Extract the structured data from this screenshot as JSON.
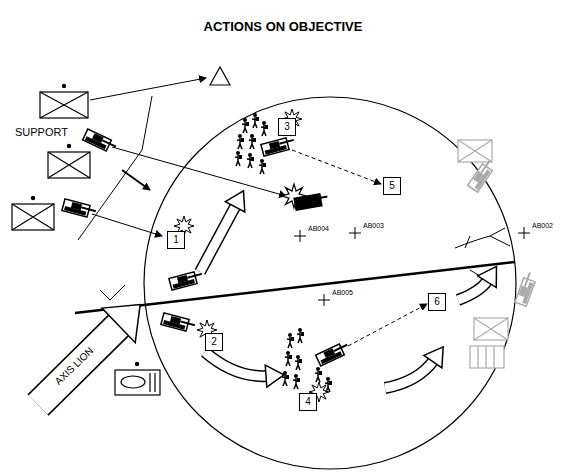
{
  "diagram": {
    "title": "ACTIONS ON OBJECTIVE",
    "nodes": [
      {
        "text": [
          "1"
        ]
      },
      {
        "text": [
          "2"
        ]
      },
      {
        "text": [
          "3"
        ]
      },
      {
        "text": [
          "4"
        ]
      },
      {
        "text": [
          "5"
        ]
      },
      {
        "text": [
          "6"
        ]
      }
    ],
    "labels": [
      "SUPPORT",
      "AXIS LION",
      "AB004",
      "AB003",
      "AB002",
      "AB005"
    ]
  }
}
